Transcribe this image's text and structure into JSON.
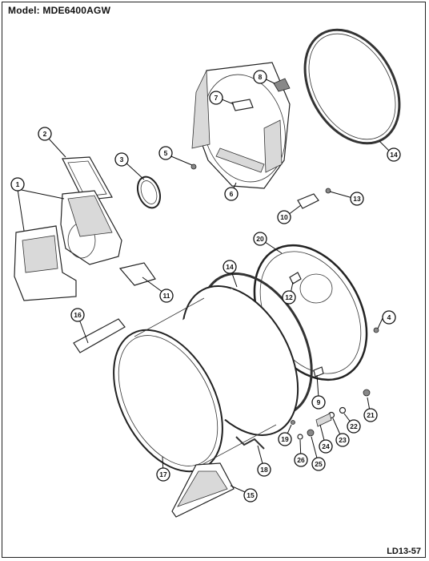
{
  "header": {
    "model_label": "Model:",
    "model_number": "MDE6400AGW"
  },
  "footer": {
    "diagram_code": "LD13-57"
  },
  "callouts": [
    {
      "number": "1"
    },
    {
      "number": "2"
    },
    {
      "number": "3"
    },
    {
      "number": "4"
    },
    {
      "number": "5"
    },
    {
      "number": "6"
    },
    {
      "number": "7"
    },
    {
      "number": "8"
    },
    {
      "number": "9"
    },
    {
      "number": "10"
    },
    {
      "number": "11"
    },
    {
      "number": "12"
    },
    {
      "number": "13"
    },
    {
      "number": "14"
    },
    {
      "number": "14"
    },
    {
      "number": "15"
    },
    {
      "number": "16"
    },
    {
      "number": "17"
    },
    {
      "number": "18"
    },
    {
      "number": "19"
    },
    {
      "number": "20"
    },
    {
      "number": "21"
    },
    {
      "number": "22"
    },
    {
      "number": "23"
    },
    {
      "number": "24"
    },
    {
      "number": "25"
    },
    {
      "number": "26"
    }
  ]
}
